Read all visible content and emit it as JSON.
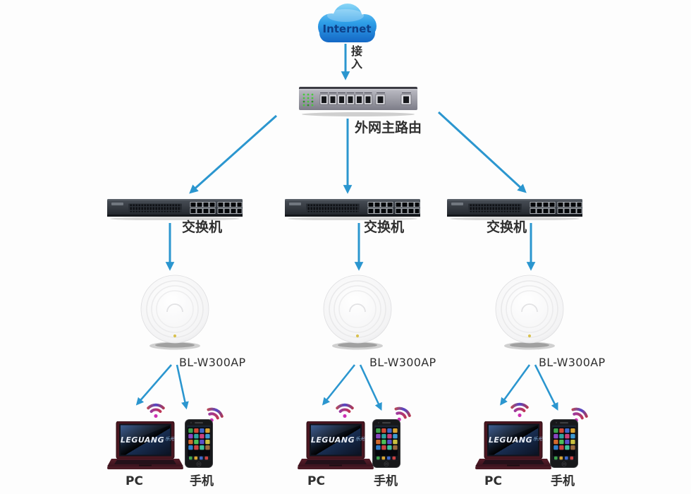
{
  "colors": {
    "arrow": "#2b96cf",
    "background": "#fdfdfd",
    "label_text": "#2f2f2f",
    "cloud_blue": "#2f9fe8",
    "internet_text_blue": "#0d3f88",
    "wifi_red": "#d0342c",
    "wifi_blue": "#5246c8",
    "wifi_dot": "#cc2fb4",
    "laptop_body_maroon": "#4a1620"
  },
  "internet": {
    "label": "Internet"
  },
  "access": {
    "label": "接入"
  },
  "router": {
    "label": "外网主路由"
  },
  "devices": {
    "laptop_brand": "LEGUANG",
    "laptop_brand_suffix": "乐光"
  },
  "columns": [
    {
      "switch_label": "交换机",
      "ap_label": "BL-W300AP",
      "pc_label": "PC",
      "phone_label": "手机"
    },
    {
      "switch_label": "交换机",
      "ap_label": "BL-W300AP",
      "pc_label": "PC",
      "phone_label": "手机"
    },
    {
      "switch_label": "交换机",
      "ap_label": "BL-W300AP",
      "pc_label": "PC",
      "phone_label": "手机"
    }
  ]
}
